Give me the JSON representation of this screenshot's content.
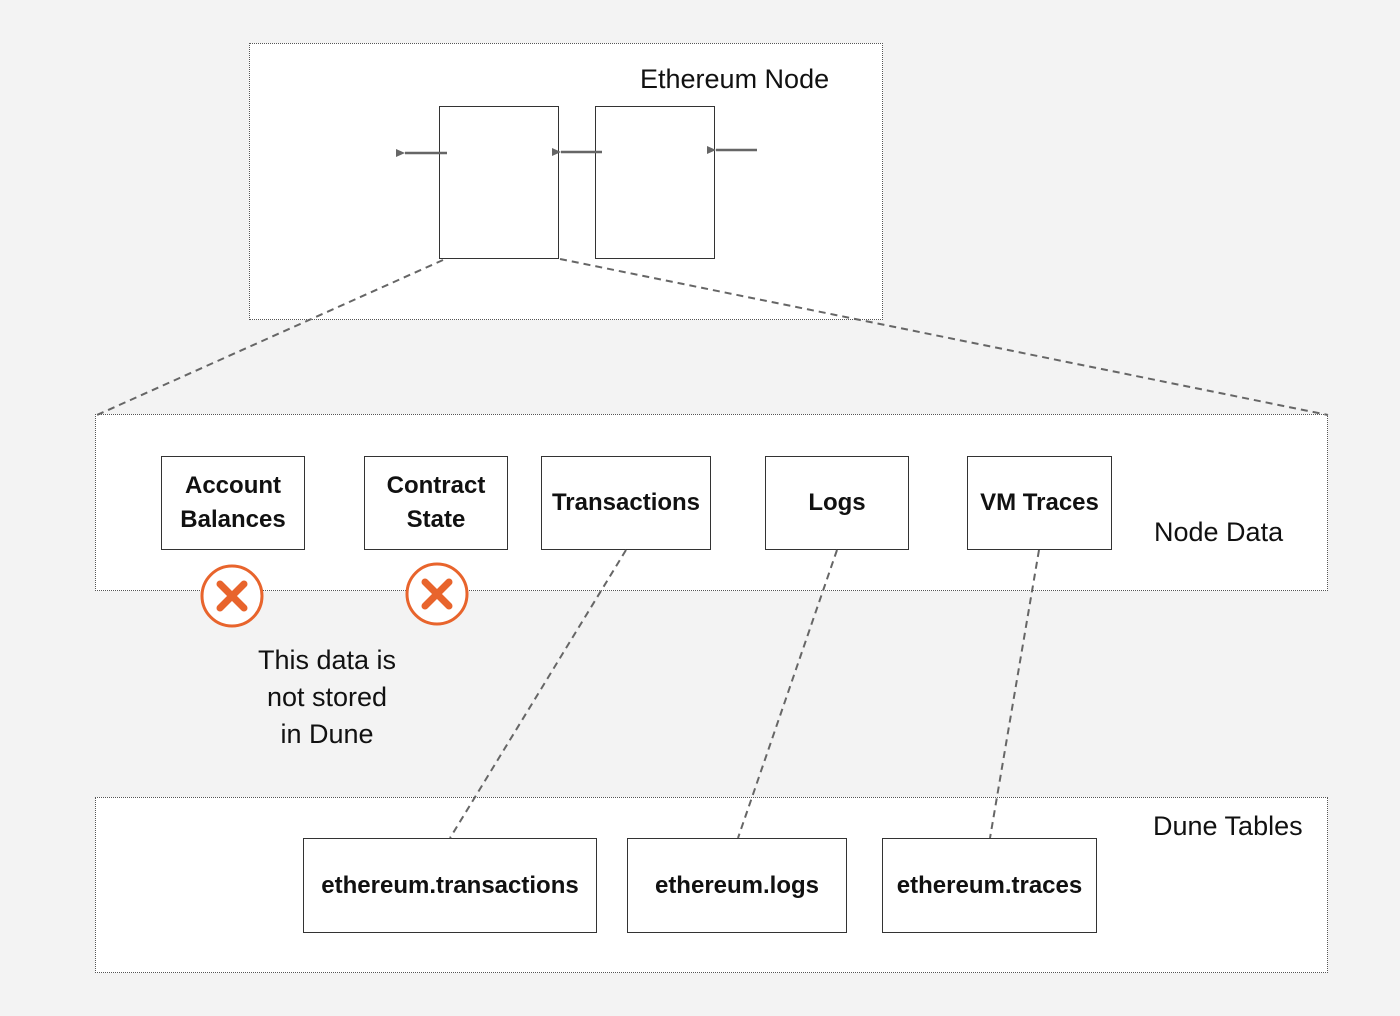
{
  "ethereum_node": {
    "label": "Ethereum Node"
  },
  "node_data": {
    "label": "Node Data",
    "items": [
      {
        "label": "Account\nBalances",
        "stored": false
      },
      {
        "label": "Contract\nState",
        "stored": false
      },
      {
        "label": "Transactions",
        "stored": true
      },
      {
        "label": "Logs",
        "stored": true
      },
      {
        "label": "VM Traces",
        "stored": true
      }
    ]
  },
  "note": {
    "lines": [
      "This data is",
      "not stored",
      "in Dune"
    ]
  },
  "dune_tables": {
    "label": "Dune Tables",
    "tables": [
      {
        "label": "ethereum.transactions",
        "source": "Transactions"
      },
      {
        "label": "ethereum.logs",
        "source": "Logs"
      },
      {
        "label": "ethereum.traces",
        "source": "VM Traces"
      }
    ]
  },
  "colors": {
    "background": "#f3f3f3",
    "panel": "#ffffff",
    "line": "#666666",
    "x_mark": "#e8642c"
  },
  "icons": {
    "not_stored": "x-circle-icon",
    "flow": "arrow-left-icon"
  }
}
